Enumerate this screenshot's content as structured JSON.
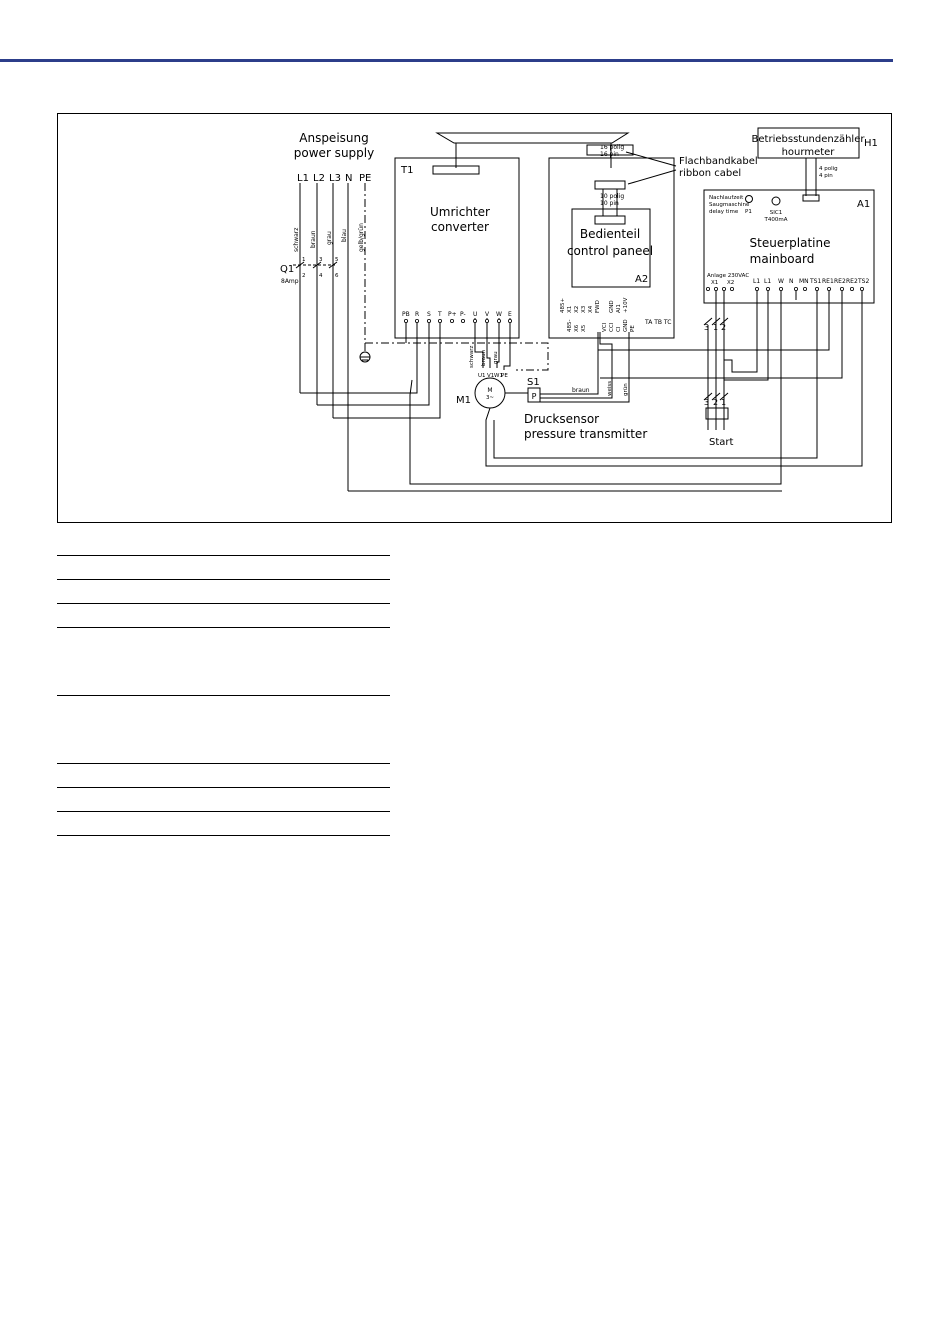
{
  "diagram": {
    "power": {
      "line1": "Anspeisung",
      "line2": "power supply",
      "terminals": [
        "L1",
        "L2",
        "L3",
        "N",
        "PE"
      ],
      "wire_colors": [
        "schwarz",
        "braun",
        "grau",
        "blau",
        "gelb/grün"
      ],
      "breaker_id": "Q1",
      "breaker_rating": "8Amp",
      "breaker_pins": [
        "1",
        "3",
        "5",
        "2",
        "4",
        "6"
      ]
    },
    "converter": {
      "id": "T1",
      "de": "Umrichter",
      "en": "converter",
      "terminals": [
        "PB",
        "R",
        "S",
        "T",
        "P+",
        "P-",
        "U",
        "V",
        "W",
        "E"
      ]
    },
    "motor": {
      "id": "M1",
      "symbol": "M",
      "phase": "3~",
      "wire_colors": [
        "schwarz",
        "braun",
        "grau"
      ],
      "pins": [
        "U1",
        "V1",
        "W1",
        "PE"
      ]
    },
    "sensor": {
      "id": "S1",
      "symbol": "P",
      "de": "Drucksensor",
      "en": "pressure transmitter",
      "wire_colors": [
        "braun",
        "weiss",
        "grün"
      ]
    },
    "panel": {
      "id": "A2",
      "de": "Bedienteil",
      "en": "control paneel",
      "conn_top": "16 polig",
      "conn_top_en": "16 pin",
      "conn_mid": "10 polig",
      "conn_mid_en": "10 pin",
      "terminals_row1": [
        "+10V",
        "AI1",
        "GND",
        "FWD",
        "X4",
        "X3",
        "X2",
        "X1",
        "485+"
      ],
      "terminals_row2": [
        "PE",
        "GND",
        "CI",
        "CCI",
        "VCI",
        "X5",
        "X6",
        "485-"
      ],
      "relay": "TA TB TC"
    },
    "ribbon": {
      "de": "Flachbandkabel",
      "en": "ribbon cabel"
    },
    "hourmeter": {
      "id": "H1",
      "de": "Betriebsstundenzähler",
      "en": "hourmeter",
      "conn": "4 polig",
      "conn_en": "4 pin"
    },
    "mainboard": {
      "id": "A1",
      "de": "Steuerplatine",
      "en": "mainboard",
      "delay_de": "Nachlaufzeit",
      "delay_de2": "Saugmaschine",
      "delay_en": "delay time",
      "pot": "P1",
      "fuse": "SIC1",
      "fuse_rating": "T400mA",
      "start_caption": "Anlage 230VAC",
      "start_pins": [
        "X1",
        "X2"
      ],
      "terminals": [
        "L1",
        "L1",
        "W",
        "N",
        "MN",
        "TS1",
        "RE1",
        "RE2",
        "RE2",
        "TS2"
      ]
    },
    "relay_top_pins": [
      "3",
      "1",
      "2"
    ],
    "relay_bottom_pins": [
      "3",
      "2",
      "1"
    ],
    "start_label": "Start"
  }
}
